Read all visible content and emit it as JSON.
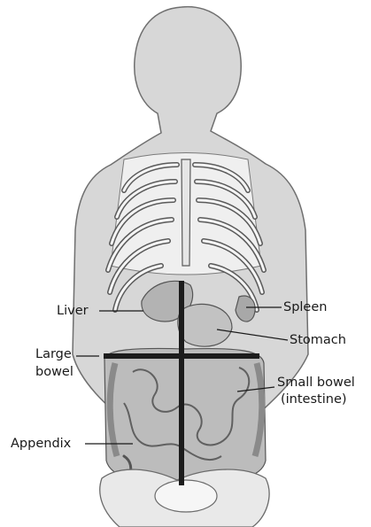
{
  "labels": {
    "liver": "Liver",
    "spleen": "Spleen",
    "stomach": "Stomach",
    "large_bowel_line1": "Large",
    "large_bowel_line2": "bowel",
    "small_bowel_line1": "Small bowel",
    "small_bowel_line2": "(intestine)",
    "appendix": "Appendix"
  },
  "colors": {
    "silhouette_fill": "#d7d7d7",
    "silhouette_stroke": "#6f6f6f",
    "rib_fill": "#f4f4f4",
    "organ_fill": "#b3b3b3",
    "quadrant_lines": "#1c1c1c"
  }
}
